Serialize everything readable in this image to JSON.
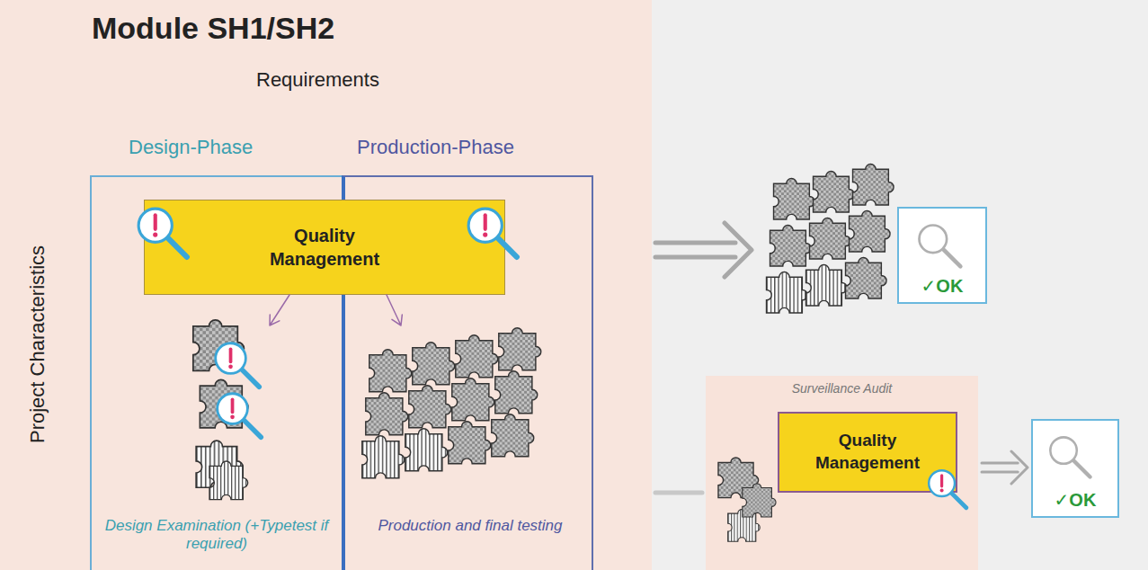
{
  "diagram": {
    "title": "Module SH1/SH2",
    "nodes": [
      {
        "text": [
          "Requirements",
          "Project Characteristics"
        ]
      },
      {
        "text": [
          "Design-Phase",
          "Design Examination (+Typetest if required)"
        ],
        "in": 0
      },
      {
        "text": [
          "Production-Phase",
          "Production and final testing"
        ],
        "in": 0
      },
      {
        "text": [
          "Quality Management"
        ],
        "in": 0
      },
      {
        "text": [
          "✓OK"
        ]
      },
      {
        "text": [
          "Surveillance Audit"
        ]
      },
      {
        "text": [
          "Quality Management"
        ],
        "in": 5
      },
      {
        "text": [
          "✓OK"
        ]
      }
    ],
    "edges": [
      {
        "from": 0,
        "to": 4,
        "arrow": "to"
      },
      {
        "from": 0,
        "to": 5,
        "arrow": "none"
      },
      {
        "from": 5,
        "to": 7,
        "arrow": "to"
      },
      {
        "from": 3,
        "to": 1,
        "arrow": "to"
      },
      {
        "from": 3,
        "to": 2,
        "arrow": "to"
      }
    ]
  }
}
